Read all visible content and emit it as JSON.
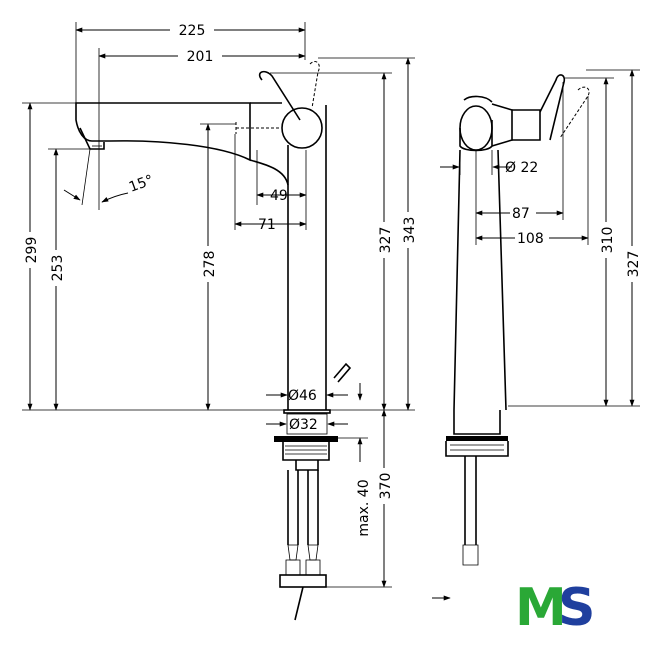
{
  "dimensions": {
    "d225": "225",
    "d201": "201",
    "d15deg": "15°",
    "d49": "49",
    "d71": "71",
    "d299": "299",
    "d253": "253",
    "d278": "278",
    "d327_front": "327",
    "d343": "343",
    "d46": "Ø46",
    "d32": "Ø32",
    "dmax40": "max. 40",
    "d370": "370",
    "d22": "Ø 22",
    "d87": "87",
    "d108": "108",
    "d310": "310",
    "d327_side": "327"
  },
  "logo": {
    "part1": "M",
    "part2": "S"
  },
  "colors": {
    "logo_green": "#2aa836",
    "logo_blue": "#1f3f9e",
    "line": "#000000"
  }
}
